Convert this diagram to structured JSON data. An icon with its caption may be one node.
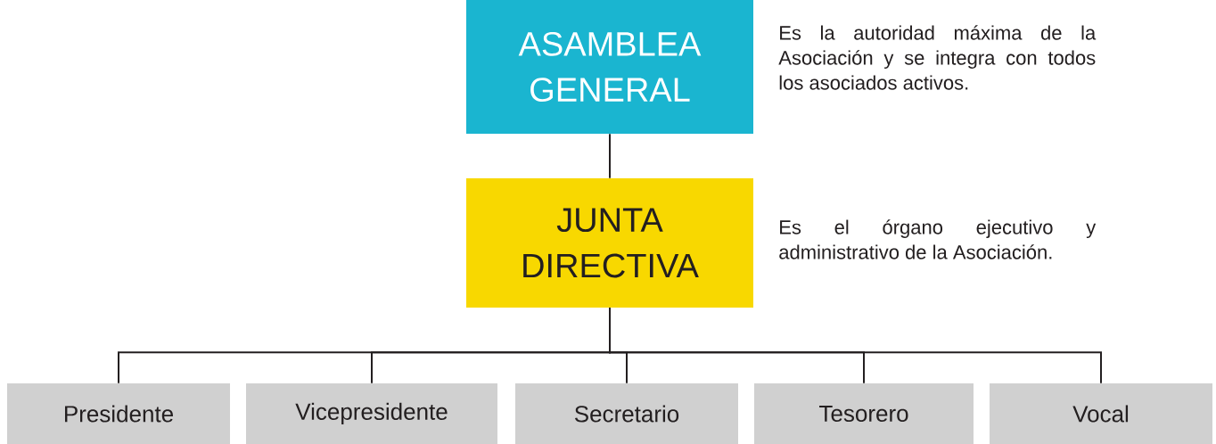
{
  "diagram": {
    "nodes": [
      {
        "text": [
          "ASAMBLEA GENERAL"
        ],
        "beside": [
          "Es la autoridad máxima de la Asociación y se integra con todos los asociados activos."
        ]
      },
      {
        "text": [
          "JUNTA DIRECTIVA"
        ],
        "beside": [
          "Es el órgano ejecutivo y administrativo de la Asociación."
        ]
      },
      {
        "text": [
          "Presidente"
        ]
      },
      {
        "text": [
          "Vicepresidente"
        ]
      },
      {
        "text": [
          "Secretario"
        ]
      },
      {
        "text": [
          "Tesorero"
        ]
      },
      {
        "text": [
          "Vocal"
        ]
      }
    ],
    "edges": [
      {
        "from": 0,
        "to": 1,
        "arrow": "none"
      },
      {
        "from": 1,
        "to": 2,
        "arrow": "none"
      },
      {
        "from": 1,
        "to": 3,
        "arrow": "none"
      },
      {
        "from": 1,
        "to": 4,
        "arrow": "none"
      },
      {
        "from": 1,
        "to": 5,
        "arrow": "none"
      },
      {
        "from": 1,
        "to": 6,
        "arrow": "none"
      }
    ]
  }
}
